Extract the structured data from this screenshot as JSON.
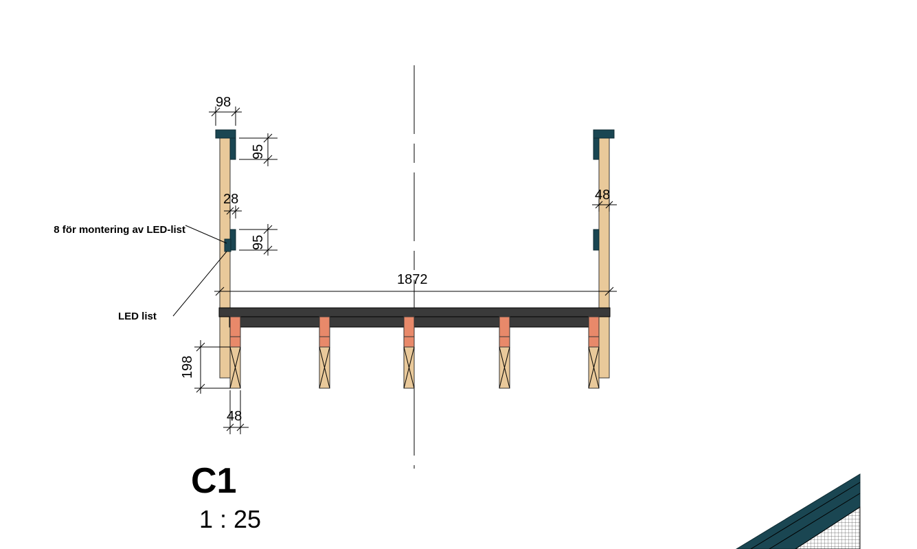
{
  "drawing": {
    "view_label": "C1",
    "scale": "1 : 25",
    "dimensions": {
      "top_width": "98",
      "upper_batten_height": "95",
      "batten_thickness": "28",
      "lower_batten_height": "95",
      "right_post_width": "48",
      "inner_width": "1872",
      "joist_height": "198",
      "joist_width": "48"
    },
    "annotations": {
      "batten_note": "8 för montering av LED-list",
      "led_note": "LED list"
    },
    "colors": {
      "wood": "#e9c99a",
      "teal": "#1a4652",
      "deck": "#3a3a3a",
      "salmon": "#e8896a"
    }
  }
}
